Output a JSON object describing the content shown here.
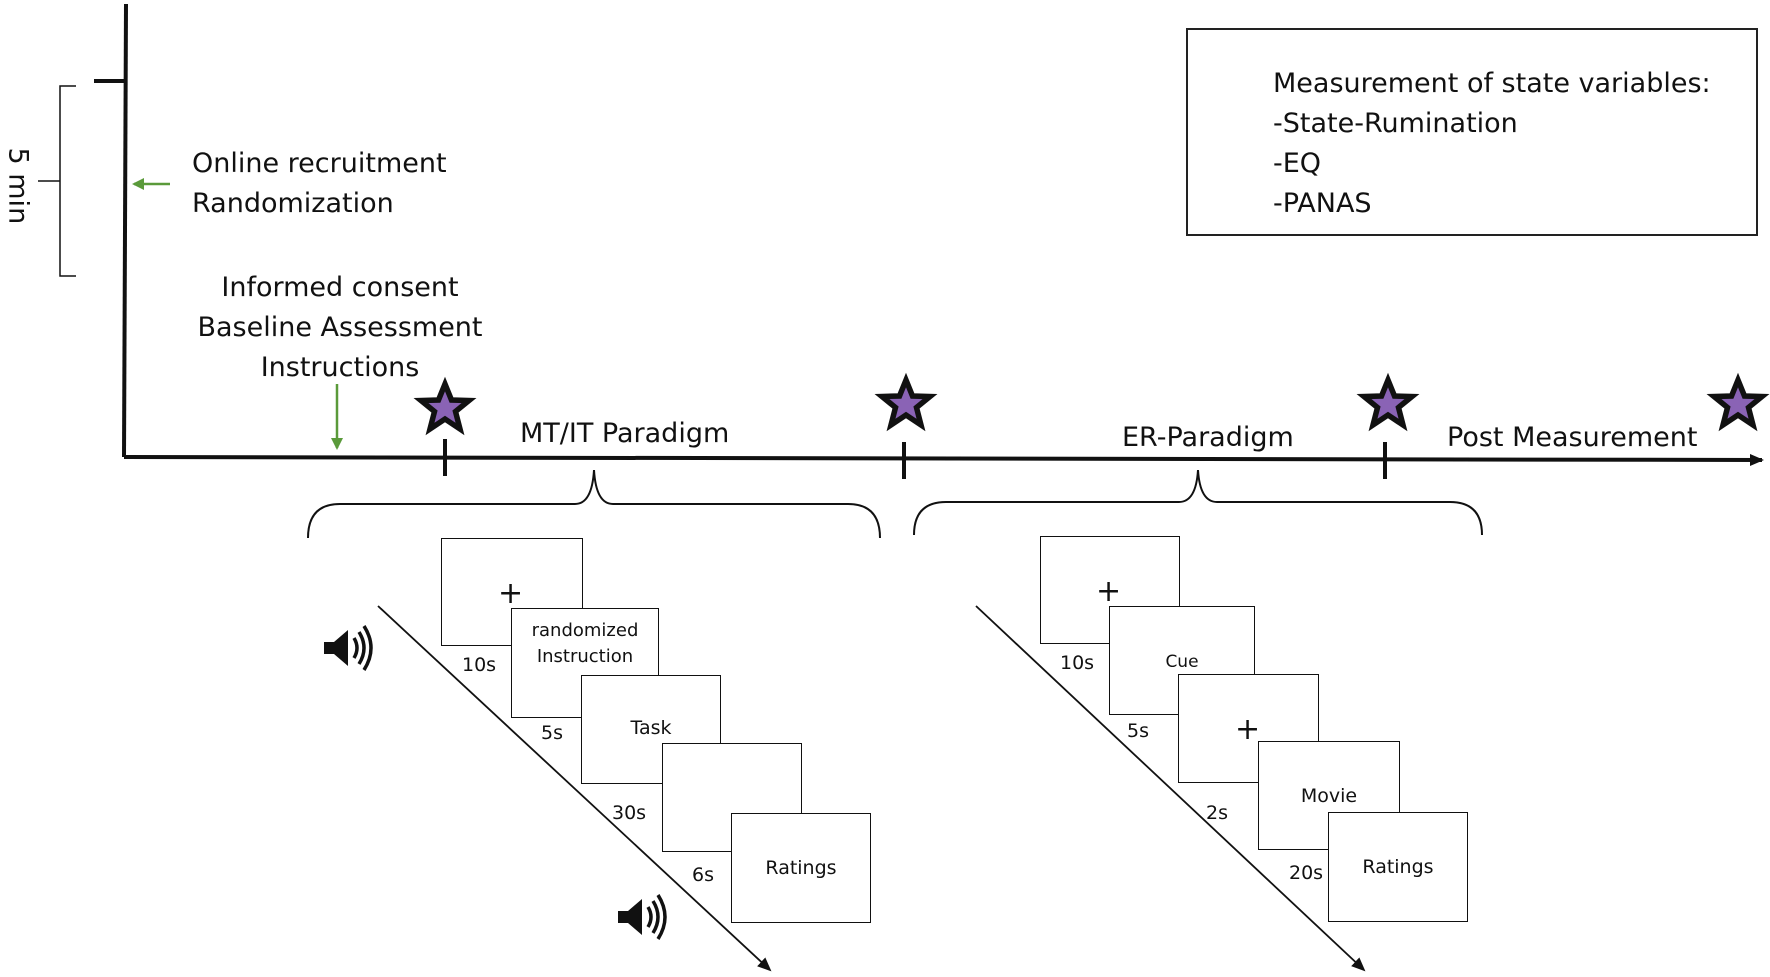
{
  "timeline": {
    "duration_label": "5 min",
    "online_recruitment": "Online recruitment",
    "randomization": "Randomization",
    "informed_consent": "Informed consent",
    "baseline_assessment": "Baseline Assessment",
    "instructions": "Instructions",
    "phases": [
      {
        "label": "MT/IT Paradigm"
      },
      {
        "label": "ER-Paradigm"
      },
      {
        "label": "Post Measurement"
      }
    ]
  },
  "legend": {
    "title": "Measurement of state variables:",
    "items": [
      "-State-Rumination",
      "-EQ",
      "-PANAS"
    ]
  },
  "mtit_sequence": {
    "frames": [
      {
        "text": "+",
        "duration": "10s"
      },
      {
        "text": "randomized Instruction",
        "line1": "randomized",
        "line2": "Instruction",
        "duration": "5s"
      },
      {
        "text": "Task",
        "duration": "30s"
      },
      {
        "text": "",
        "duration": "6s"
      },
      {
        "text": "Ratings",
        "duration": ""
      }
    ]
  },
  "er_sequence": {
    "frames": [
      {
        "text": "+",
        "duration": "10s"
      },
      {
        "text": "Cue",
        "duration": "5s"
      },
      {
        "text": "+",
        "duration": "2s"
      },
      {
        "text": "Movie",
        "duration": "20s"
      },
      {
        "text": "Ratings",
        "duration": ""
      }
    ]
  },
  "colors": {
    "star_fill": "#8a63b5",
    "star_outline": "#111111",
    "arrow_green": "#5a9a3a",
    "line": "#111111"
  },
  "icons": {
    "measurement_star": "star-icon",
    "audio": "speaker-icon"
  }
}
